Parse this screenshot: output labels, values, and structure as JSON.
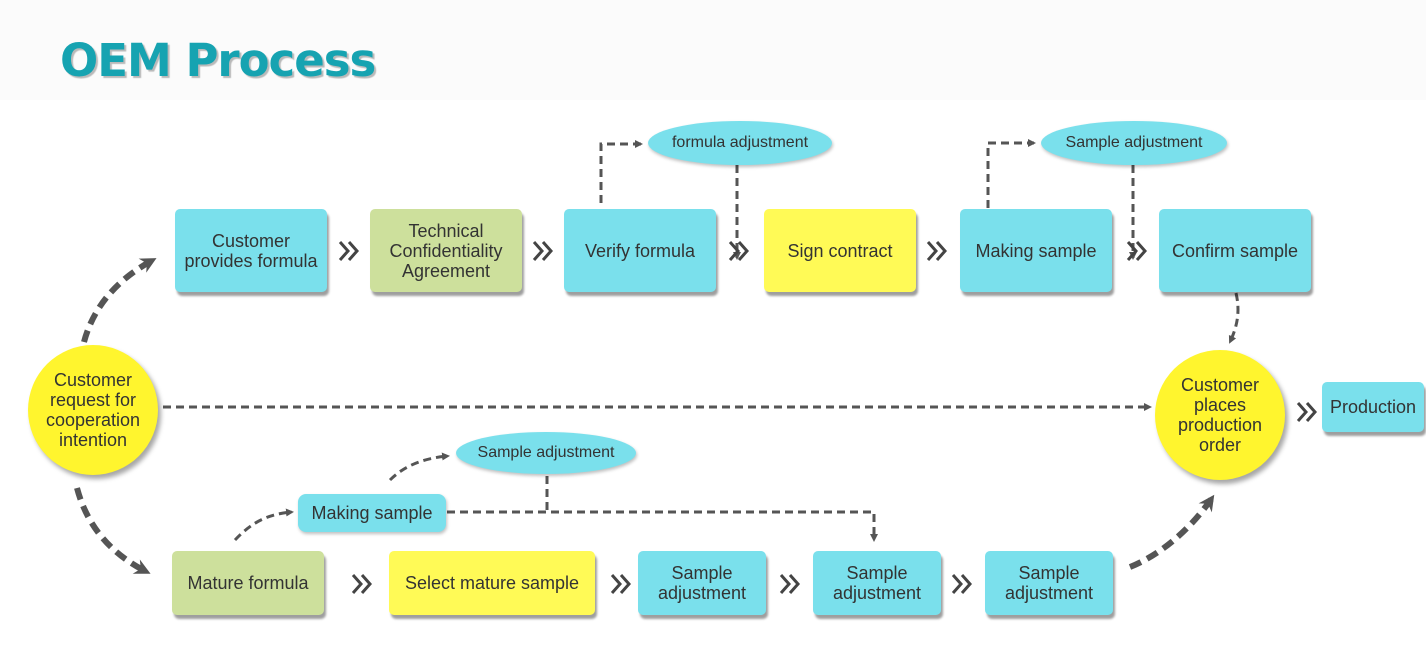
{
  "title": "OEM Process",
  "start": "Customer request for cooperation intention",
  "top_row": {
    "provide": "Customer provides formula",
    "agreement": "Technical Confidentiality Agreement",
    "verify": "Verify formula",
    "contract": "Sign contract",
    "making": "Making sample",
    "confirm": "Confirm sample"
  },
  "top_notes": {
    "formula_adjustment": "formula adjustment",
    "sample_adjustment": "Sample adjustment"
  },
  "order": "Customer places production order",
  "production": "Production",
  "bottom_row": {
    "mature": "Mature formula",
    "select": "Select mature sample",
    "adj1": "Sample adjustment",
    "adj2": "Sample adjustment",
    "adj3": "Sample adjustment"
  },
  "bottom_notes": {
    "making": "Making sample",
    "sample_adjustment": "Sample adjustment"
  },
  "colors": {
    "title": "#16a3b1",
    "cyan": "#7ae0ec",
    "green": "#cde09c",
    "yellow": "#fffa56",
    "circle": "#fff52e",
    "line": "#555555"
  }
}
